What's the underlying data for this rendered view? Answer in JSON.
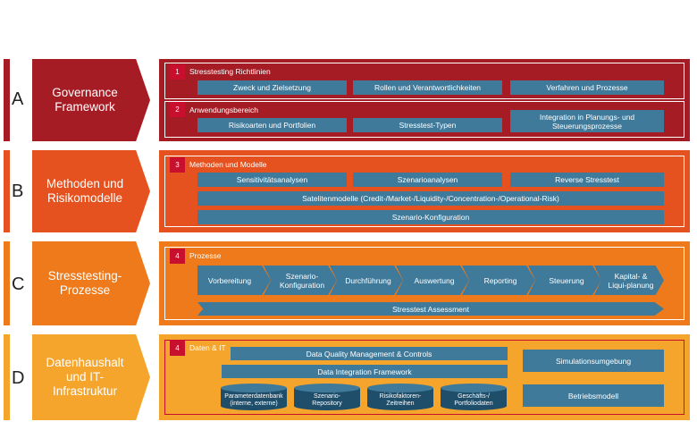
{
  "colors": {
    "row_a": "#a51c24",
    "row_b": "#e5521f",
    "row_c": "#ee7a1b",
    "row_d": "#f5a52b",
    "box": "#3f7a9b",
    "box_dark": "#1f4e6a",
    "number_badge": "#c8102e"
  },
  "rows": {
    "a": {
      "letter": "A",
      "title": "Governance Framework"
    },
    "b": {
      "letter": "B",
      "title": "Methoden und Risikomodelle"
    },
    "c": {
      "letter": "C",
      "title": "Stresstesting-Prozesse"
    },
    "d": {
      "letter": "D",
      "title": "Datenhaushalt und IT-Infrastruktur"
    }
  },
  "sections": {
    "s1": {
      "number": "1",
      "title": "Stresstesting Richtlinien",
      "boxes": [
        "Zweck und Zielsetzung",
        "Rollen und Verantwortlichkeiten",
        "Verfahren und Prozesse"
      ]
    },
    "s2": {
      "number": "2",
      "title": "Anwendungsbereich",
      "boxes": [
        "Risikoarten und Portfolien",
        "Stresstest-Typen",
        "Integration in Planungs- und Steuerungsprozesse"
      ]
    },
    "s3": {
      "number": "3",
      "title": "Methoden und Modelle",
      "boxes": [
        "Sensitivitätsanalysen",
        "Szenarioanalysen",
        "Reverse Stresstest",
        "Satelitenmodelle (Credit-/Market-/Liquidity-/Concentration-/Operational-Risk)",
        "Szenario-Konfiguration"
      ]
    },
    "s4": {
      "number": "4",
      "title": "Prozesse",
      "steps": [
        "Vorbereitung",
        "Szenario-Konfiguration",
        "Durchführung",
        "Auswertung",
        "Reporting",
        "Steuerung",
        "Kapital- & Liqui-planung"
      ],
      "assessment": "Stresstest Assessment"
    },
    "s5": {
      "number": "4",
      "title": "Daten & IT",
      "boxes": [
        "Data Quality Management & Controls",
        "Data Integration Framework",
        "Simulationsumgebung",
        "Betriebsmodell"
      ],
      "cylinders": [
        "Parameterdatenbank (interne, externe)",
        "Szenario-Repository",
        "Risikofaktoren-Zeitreihen",
        "Geschäfts-/ Portfoliodaten"
      ]
    }
  }
}
